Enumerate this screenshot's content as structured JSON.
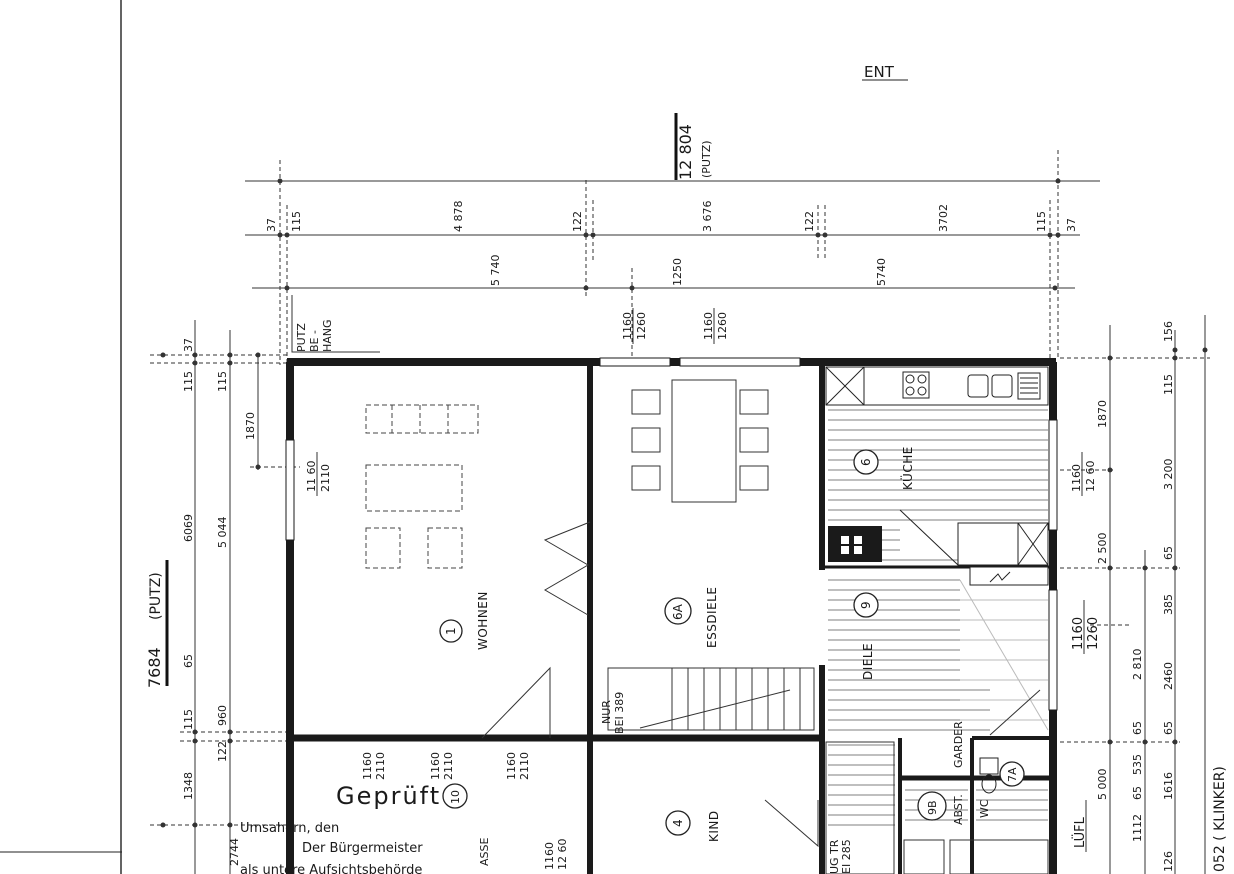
{
  "header": {
    "label": "ENT"
  },
  "dimensions": {
    "top": {
      "total": "12 804",
      "total_note": "(PUTZ)",
      "segments": [
        "37",
        "115",
        "4 878",
        "122",
        "3 676",
        "122",
        "3702",
        "115",
        "37"
      ],
      "row2": [
        "5 740",
        "1250",
        "5740"
      ]
    },
    "openings_top": [
      "1160",
      "1260",
      "1160",
      "1260"
    ],
    "putz_behang": [
      "PUTZ",
      "BE -",
      "HANG"
    ],
    "left": {
      "total": "7684",
      "total_note": "(PUTZ)",
      "col_a": [
        "37",
        "115",
        "6069",
        "65",
        "115",
        "122",
        "1348",
        "2744"
      ],
      "col_b": [
        "115",
        "1870",
        "5 044",
        "960"
      ],
      "window_a": [
        "11 60",
        "2110"
      ]
    },
    "right": {
      "col_a": [
        "1870",
        "3 200",
        "2 500",
        "2 810",
        "5 000"
      ],
      "col_b": [
        "156",
        "115",
        "65",
        "385",
        "2460",
        "65",
        "1616",
        "65",
        "535",
        "65",
        "1112",
        "126"
      ],
      "window_kueche": [
        "1160",
        "12 60"
      ],
      "window_diele": [
        "1160",
        "1260"
      ],
      "total": "052 ( KLINKER)"
    },
    "bottom_windows": [
      "1160",
      "2110",
      "1160",
      "2110",
      "1160",
      "2110",
      "1160",
      "12 60"
    ]
  },
  "rooms": [
    {
      "number": "1",
      "name": "WOHNEN"
    },
    {
      "number": "6A",
      "name": "ESSDIELE"
    },
    {
      "number": "6",
      "name": "KÜCHE"
    },
    {
      "number": "9",
      "name": "DIELE"
    },
    {
      "number": "4",
      "name": "KIND"
    },
    {
      "number": "10",
      "name": ""
    },
    {
      "number": "9B",
      "name": "ABST."
    },
    {
      "number": "7A",
      "name": "WC"
    }
  ],
  "labels": {
    "garder": "GARDER",
    "luefl": "LÜFL",
    "nur_bei": [
      "NUR",
      "BEI 389"
    ],
    "treppe": [
      "UG TR",
      "EI 285"
    ],
    "terrasse": "ASSE"
  },
  "stamp": {
    "text": "Geprüft",
    "line1": "Umsahorn, den",
    "line2": "Der Bürgermeister",
    "line3": "als untere Aufsichtsbehörde"
  }
}
